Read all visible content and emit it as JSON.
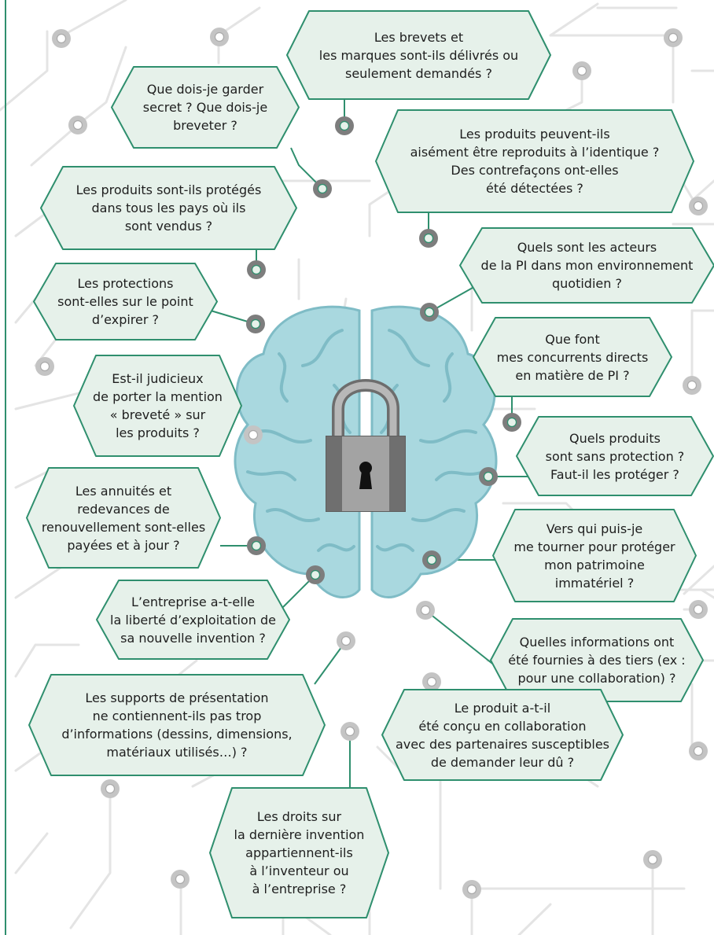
{
  "colors": {
    "bubble_fill": "#e6f1ea",
    "bubble_stroke": "#2f8f6e",
    "connector": "#2f8f6e",
    "node_dark": "#7d7d7d",
    "node_light": "#c4c4c4",
    "circuit": "#e4e4e4",
    "brain": "#a9d8df",
    "brain_outline": "#7fbcc6",
    "lock_body": "#8c8c8c",
    "lock_shackle": "#b8b8b8",
    "keyhole": "#111111"
  },
  "center": {
    "brain_icon": "brain-icon",
    "lock_icon": "padlock-icon"
  },
  "questions": [
    {
      "id": "q1",
      "text": "Les brevets et\nles marques sont-ils délivrés ou\nseulement demandés ?"
    },
    {
      "id": "q2",
      "text": "Que dois-je garder\nsecret ? Que dois-je\nbreveter ?"
    },
    {
      "id": "q3",
      "text": "Les produits peuvent-ils\naisément être reproduits à l’identique ?\nDes contrefaçons ont-elles\nété détectées ?"
    },
    {
      "id": "q4",
      "text": "Les produits sont-ils protégés\ndans tous les pays où ils\nsont vendus ?"
    },
    {
      "id": "q5",
      "text": "Quels sont les acteurs\nde la PI dans mon environnement\nquotidien ?"
    },
    {
      "id": "q6",
      "text": "Les protections\nsont-elles sur le point\nd’expirer ?"
    },
    {
      "id": "q7",
      "text": "Que font\nmes concurrents directs\nen matière de PI ?"
    },
    {
      "id": "q8",
      "text": "Est-il judicieux\nde porter la mention\n« breveté » sur\nles produits ?"
    },
    {
      "id": "q9",
      "text": "Quels produits\nsont sans protection ?\nFaut-il les protéger ?"
    },
    {
      "id": "q10",
      "text": "Les annuités et\nredevances de\nrenouvellement sont-elles\npayées et à jour ?"
    },
    {
      "id": "q11",
      "text": "Vers qui puis-je\nme tourner pour protéger\nmon patrimoine\nimmatériel ?"
    },
    {
      "id": "q12",
      "text": "L’entreprise a-t-elle\nla liberté d’exploitation de\nsa nouvelle invention ?"
    },
    {
      "id": "q13",
      "text": "Quelles informations ont\nété fournies à des tiers (ex :\npour une collaboration) ?"
    },
    {
      "id": "q14",
      "text": "Les  supports de présentation\nne contiennent-ils pas trop\nd’informations (dessins, dimensions,\nmatériaux utilisés…) ?"
    },
    {
      "id": "q15",
      "text": "Le produit a-t-il\nété conçu en collaboration\navec des partenaires susceptibles\nde demander leur dû ?"
    },
    {
      "id": "q16",
      "text": "Les droits sur\nla dernière invention\nappartiennent-ils\nà l’inventeur ou\nà l’entreprise ?"
    }
  ]
}
